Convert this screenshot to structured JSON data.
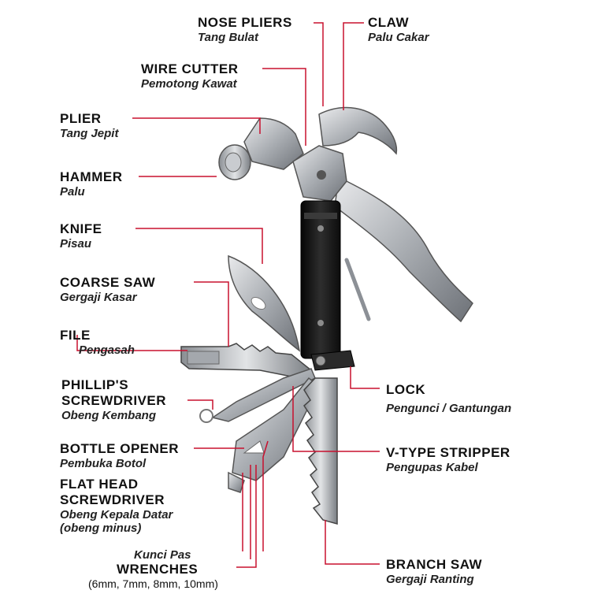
{
  "callouts": {
    "nose_pliers": {
      "en": "NOSE PLIERS",
      "id": "Tang Bulat"
    },
    "claw": {
      "en": "CLAW",
      "id": "Palu Cakar"
    },
    "wire_cutter": {
      "en": "WIRE CUTTER",
      "id": "Pemotong Kawat"
    },
    "plier": {
      "en": "PLIER",
      "id": "Tang Jepit"
    },
    "hammer": {
      "en": "HAMMER",
      "id": "Palu"
    },
    "knife": {
      "en": "KNIFE",
      "id": "Pisau"
    },
    "coarse_saw": {
      "en": "COARSE SAW",
      "id": "Gergaji Kasar"
    },
    "file": {
      "en": "FILE",
      "id": "Pengasah"
    },
    "phillips": {
      "en1": "PHILLIP'S",
      "en2": "SCREWDRIVER",
      "id": "Obeng Kembang"
    },
    "bottle_opener": {
      "en": "BOTTLE OPENER",
      "id": "Pembuka Botol"
    },
    "flat_head": {
      "en1": "FLAT HEAD",
      "en2": "SCREWDRIVER",
      "id1": "Obeng Kepala Datar",
      "id2": "(obeng minus)"
    },
    "wrenches": {
      "id": "Kunci Pas",
      "en": "WRENCHES",
      "sizes": "(6mm, 7mm, 8mm, 10mm)"
    },
    "lock": {
      "en": "LOCK",
      "id": "Pengunci / Gantungan"
    },
    "v_stripper": {
      "en": "V-TYPE STRIPPER",
      "id": "Pengupas Kabel"
    },
    "branch_saw": {
      "en": "BRANCH SAW",
      "id": "Gergaji Ranting"
    }
  },
  "colors": {
    "leader_line": "#c8102e",
    "text": "#111111",
    "steel": "#b9bcc0",
    "handle": "#1a1a1a"
  }
}
